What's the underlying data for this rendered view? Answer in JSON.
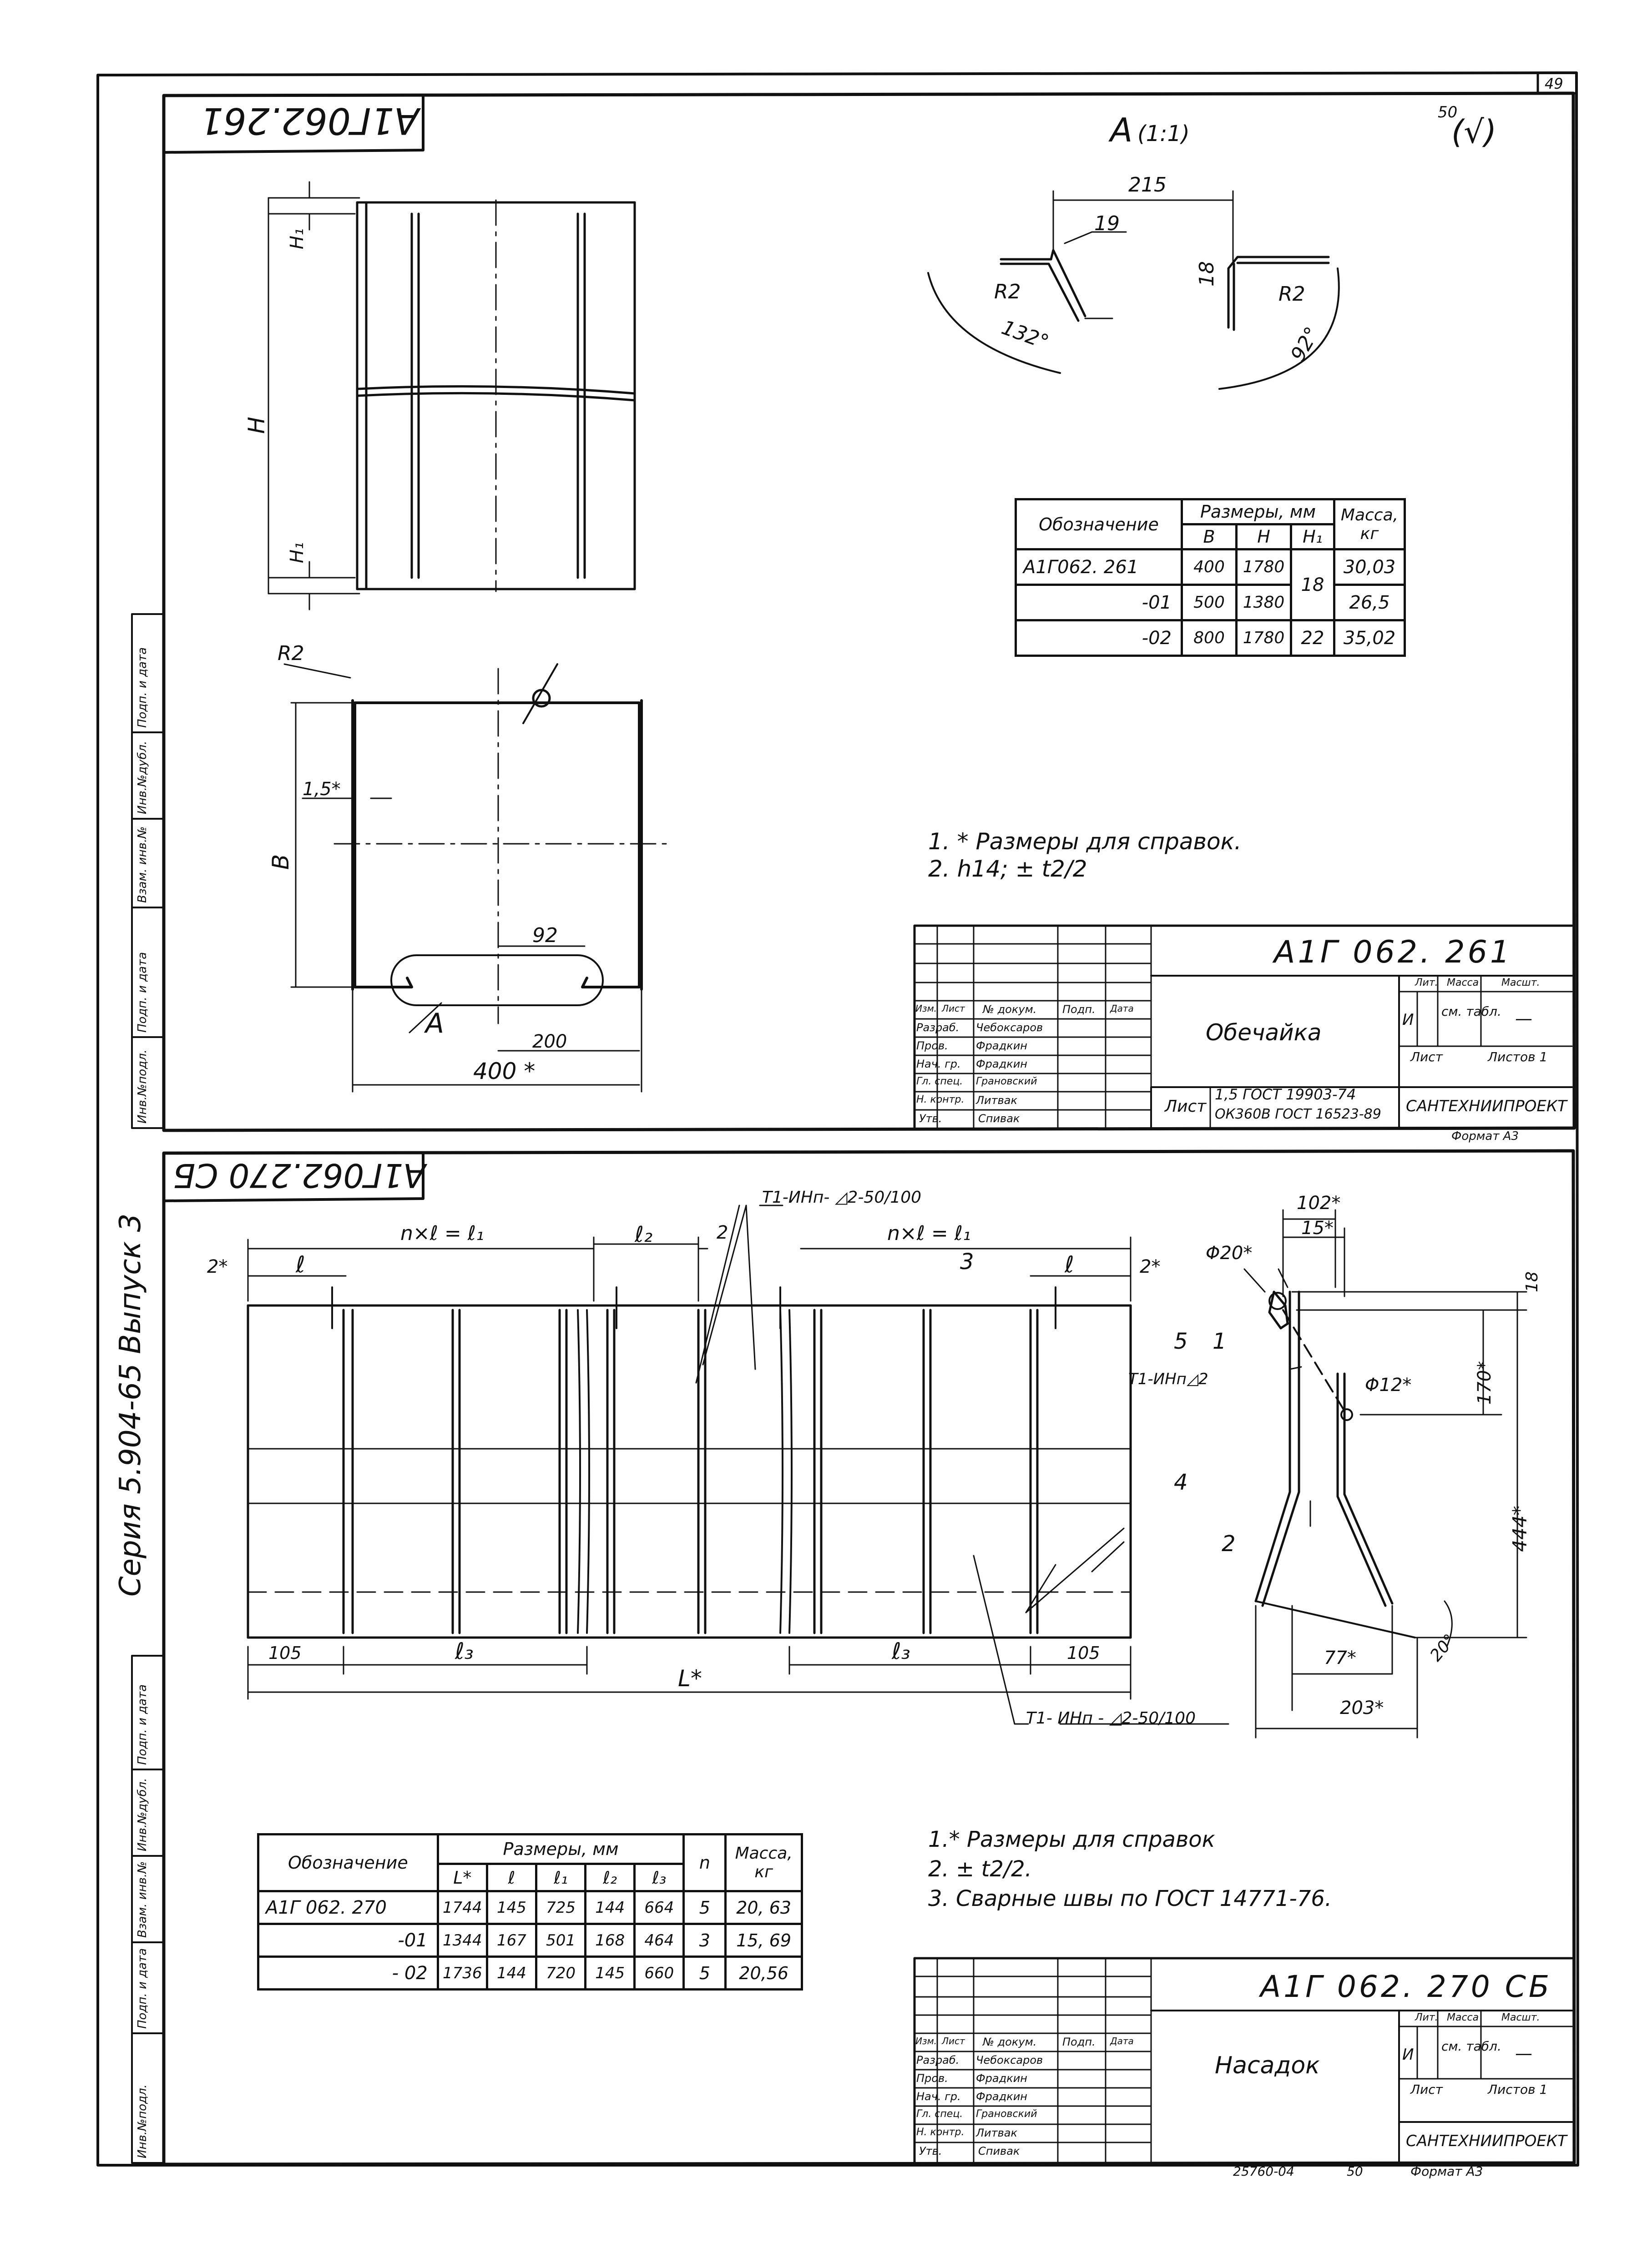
{
  "page_number": "49",
  "series": "Серия 5.904-65 Выпуск 3",
  "side_labels": [
    "Инв.№подл.",
    "Подп. и дата",
    "Взам. инв.№",
    "Инв.№дубл.",
    "Подп. и дата"
  ],
  "sheet1": {
    "rotated_code": "А1Г062.261",
    "view_label": "А",
    "view_scale": "(1:1)",
    "roughness": "50",
    "roughness_suffix": "(√)",
    "dims": {
      "d215": "215",
      "d19": "19",
      "d18": "18",
      "r2a": "R2",
      "r2b": "R2",
      "a132": "132°",
      "a92": "92°",
      "h1top": "H₁",
      "h": "H",
      "h1bot": "H₁",
      "r2": "R2",
      "t15": "1,5*",
      "b": "B",
      "d92": "92",
      "d200": "200",
      "d400": "400 *",
      "view_ref": "А"
    },
    "table": {
      "h_designation": "Обозначение",
      "h_sizes": "Размеры, мм",
      "h_mass": "Масса, кг",
      "h_b": "B",
      "h_h": "H",
      "h_h1": "H₁",
      "rows": [
        {
          "des": "А1Г062. 261",
          "b": "400",
          "h": "1780",
          "h1": "18",
          "m": "30,03"
        },
        {
          "des": "-01",
          "b": "500",
          "h": "1380",
          "h1": "",
          "m": "26,5"
        },
        {
          "des": "-02",
          "b": "800",
          "h": "1780",
          "h1": "22",
          "m": "35,02"
        }
      ]
    },
    "notes": [
      "1. * Размеры для справок.",
      "2. h14; ± t2/2"
    ],
    "title": {
      "code": "А1Г 062. 261",
      "name": "Обечайка",
      "lit": "Лит.",
      "mass_h": "Масса",
      "scale_h": "Масшт.",
      "lit_val": "И",
      "mass_val": "см. табл.",
      "scale_val": "—",
      "sheet": "Лист",
      "sheets": "Листов 1",
      "material_label": "Лист",
      "material_1": "1,5 ГОСТ 19903-74",
      "material_2": "ОК360В ГОСТ 16523-89",
      "org": "САНТЕХНИИПРОЕКТ",
      "format": "Формат А3",
      "head": [
        "Изм.",
        "Лист",
        "№ докум.",
        "Подп.",
        "Дата"
      ],
      "people": [
        {
          "role": "Разраб.",
          "name": "Чебоксаров"
        },
        {
          "role": "Пров.",
          "name": "Фрадкин"
        },
        {
          "role": "Нач. гр.",
          "name": "Фрадкин"
        },
        {
          "role": "Гл. спец.",
          "name": "Грановский"
        },
        {
          "role": "Н. контр.",
          "name": "Литвак"
        },
        {
          "role": "Утв.",
          "name": "Спивак"
        }
      ]
    }
  },
  "sheet2": {
    "rotated_code": "А1Г062.270 СБ",
    "weld_top": "Т1-ИНп- ◿2-50/100",
    "weld_mid": "Т1-ИНп◿2",
    "weld_bot": "Т1- ИНп - ◿2-50/100",
    "dims": {
      "nl1": "n×ℓ = ℓ₁",
      "nl2": "n×ℓ = ℓ₁",
      "l2": "ℓ₂",
      "two": "2",
      "two_a": "2*",
      "two_b": "2*",
      "la": "ℓ",
      "lb": "ℓ",
      "p3": "3",
      "p5": "5",
      "p1": "1",
      "p4": "4",
      "p2": "2",
      "d105a": "105",
      "l3a": "ℓ₃",
      "l3b": "ℓ₃",
      "d105b": "105",
      "L": "L*",
      "d102": "102*",
      "d15": "15*",
      "phi20": "Φ20*",
      "d18": "18",
      "d170": "170*",
      "phi12": "Φ12*",
      "d444": "444*",
      "d77": "77*",
      "d203": "203*",
      "a20": "20°"
    },
    "table": {
      "h_designation": "Обозначение",
      "h_sizes": "Размеры, мм",
      "h_n": "n",
      "h_mass": "Масса, кг",
      "h_cols": [
        "L*",
        "ℓ",
        "ℓ₁",
        "ℓ₂",
        "ℓ₃"
      ],
      "rows": [
        {
          "des": "А1Г 062. 270",
          "c": [
            "1744",
            "145",
            "725",
            "144",
            "664"
          ],
          "n": "5",
          "m": "20, 63"
        },
        {
          "des": "-01",
          "c": [
            "1344",
            "167",
            "501",
            "168",
            "464"
          ],
          "n": "3",
          "m": "15, 69"
        },
        {
          "des": "- 02",
          "c": [
            "1736",
            "144",
            "720",
            "145",
            "660"
          ],
          "n": "5",
          "m": "20,56"
        }
      ]
    },
    "notes": [
      "1.* Размеры для справок",
      "2. ± t2/2.",
      "3. Сварные швы по ГОСТ 14771-76."
    ],
    "title": {
      "code": "А1Г 062. 270 СБ",
      "name": "Насадок",
      "lit": "Лит.",
      "mass_h": "Масса",
      "scale_h": "Масшт.",
      "lit_val": "И",
      "mass_val": "см. табл.",
      "scale_val": "—",
      "sheet": "Лист",
      "sheets": "Листов 1",
      "org": "САНТЕХНИИПРОЕКТ",
      "format": "Формат А3",
      "inv": "25760-04",
      "inv_sheet": "50",
      "head": [
        "Изм.",
        "Лист",
        "№ докум.",
        "Подп.",
        "Дата"
      ],
      "people": [
        {
          "role": "Разраб.",
          "name": "Чебоксаров"
        },
        {
          "role": "Пров.",
          "name": "Фрадкин"
        },
        {
          "role": "Нач. гр.",
          "name": "Фрадкин"
        },
        {
          "role": "Гл. спец.",
          "name": "Грановский"
        },
        {
          "role": "Н. контр.",
          "name": "Литвак"
        },
        {
          "role": "Утв.",
          "name": "Спивак"
        }
      ]
    }
  }
}
